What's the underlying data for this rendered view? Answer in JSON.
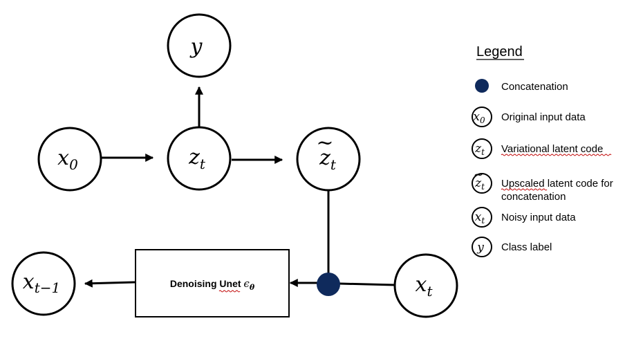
{
  "nodes": {
    "x0": {
      "base": "x",
      "sub": "0",
      "accent": ""
    },
    "zt": {
      "base": "z",
      "sub": "t",
      "accent": ""
    },
    "y": {
      "base": "y",
      "sub": "",
      "accent": ""
    },
    "zt_tilde": {
      "base": "z",
      "sub": "t",
      "accent": "~"
    },
    "xt": {
      "base": "x",
      "sub": "t",
      "accent": ""
    },
    "xt_minus_1": {
      "base": "x",
      "sub": "t−1",
      "accent": ""
    }
  },
  "unet": {
    "label": "Denoising Unet",
    "symbol": "ϵ",
    "symbol_sub": "θ"
  },
  "concat_color": "#0f2a5c",
  "legend": {
    "title": "Legend",
    "items": [
      {
        "symbol": "dot",
        "label": "Concatenation"
      },
      {
        "symbol": "x0",
        "label": "Original input data"
      },
      {
        "symbol": "zt",
        "label": "Variational latent code"
      },
      {
        "symbol": "zt_tilde",
        "label": "Upscaled latent code for",
        "label2": "concatenation"
      },
      {
        "symbol": "xt",
        "label": "Noisy input data"
      },
      {
        "symbol": "y",
        "label": "Class label"
      }
    ]
  }
}
